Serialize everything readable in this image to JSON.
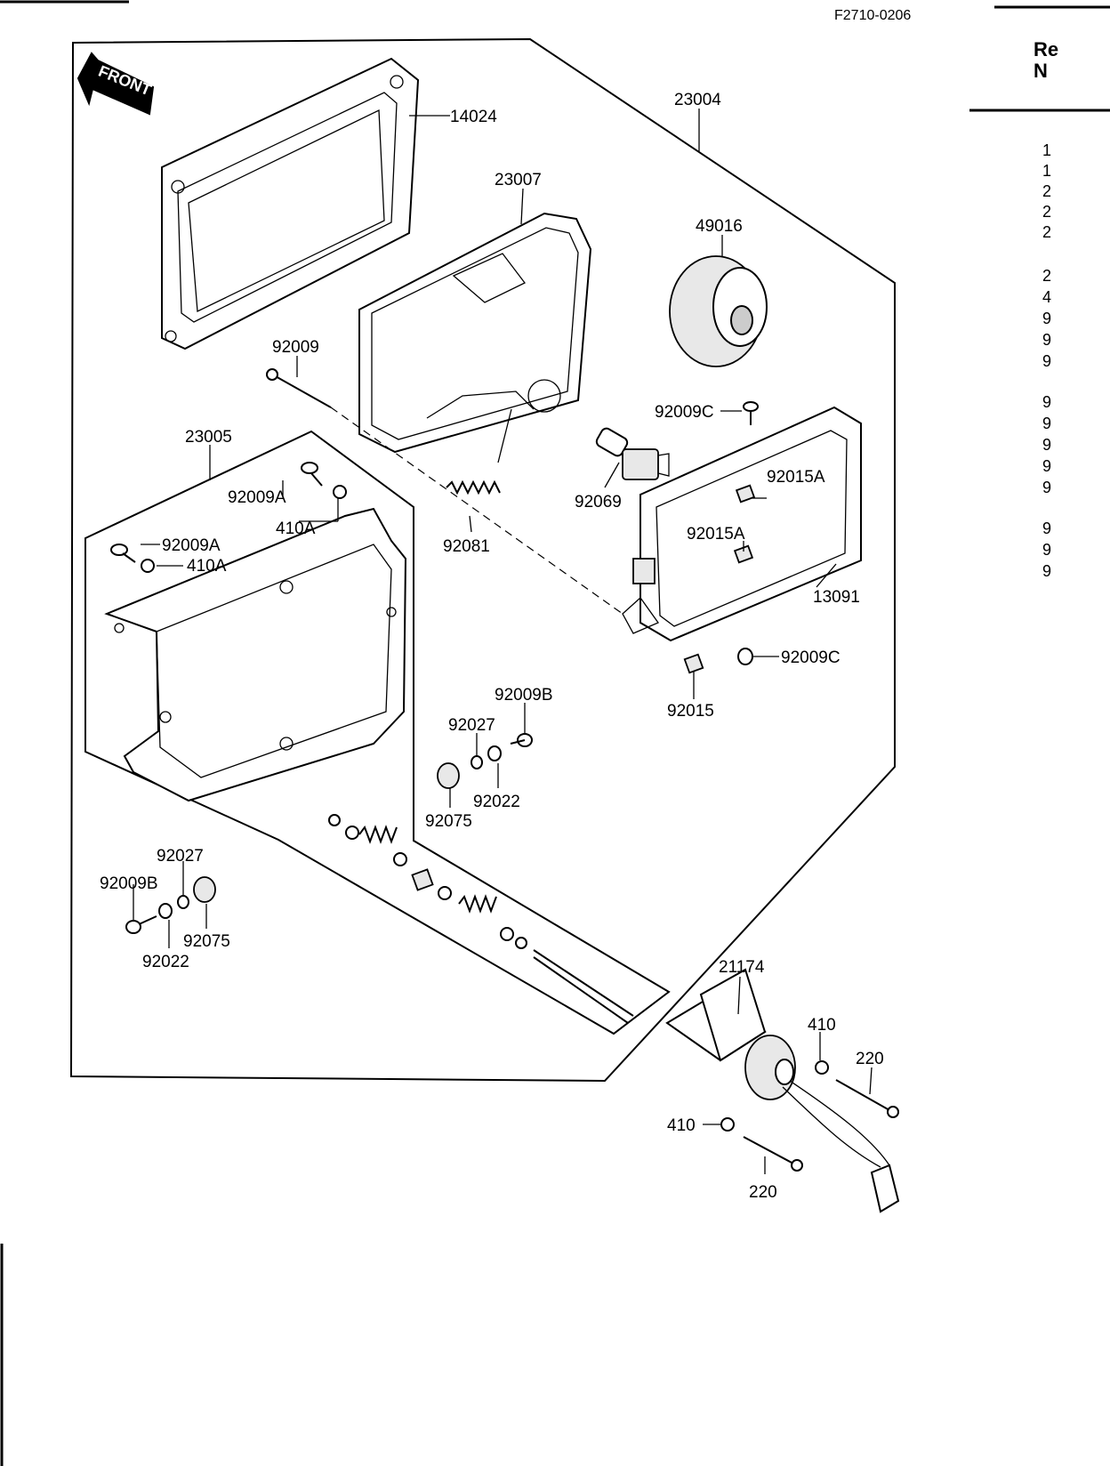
{
  "drawing_code": "F2710-0206",
  "front_arrow_label": "FRONT",
  "side_header": {
    "line1": "Re",
    "line2": "N"
  },
  "side_numbers": [
    "1",
    "1",
    "2",
    "2",
    "2",
    "2",
    "4",
    "9",
    "9",
    "9",
    "9",
    "9",
    "9",
    "9",
    "9",
    "9",
    "9",
    "9"
  ],
  "part_labels": {
    "p14024": "14024",
    "p23004": "23004",
    "p23007": "23007",
    "p49016": "49016",
    "p92009": "92009",
    "p92009C_top": "92009C",
    "p23005": "23005",
    "p92009A_1": "92009A",
    "p410A_1": "410A",
    "p92009A_2": "92009A",
    "p410A_2": "410A",
    "p92081": "92081",
    "p92069": "92069",
    "p92015A_1": "92015A",
    "p92015A_2": "92015A",
    "p13091": "13091",
    "p92009C_bot": "92009C",
    "p92015": "92015",
    "p92009B_1": "92009B",
    "p92027_1": "92027",
    "p92022_1": "92022",
    "p92075_1": "92075",
    "p92027_2": "92027",
    "p92009B_2": "92009B",
    "p92075_2": "92075",
    "p92022_2": "92022",
    "p21174": "21174",
    "p410_1": "410",
    "p220_1": "220",
    "p410_2": "410",
    "p220_2": "220"
  }
}
